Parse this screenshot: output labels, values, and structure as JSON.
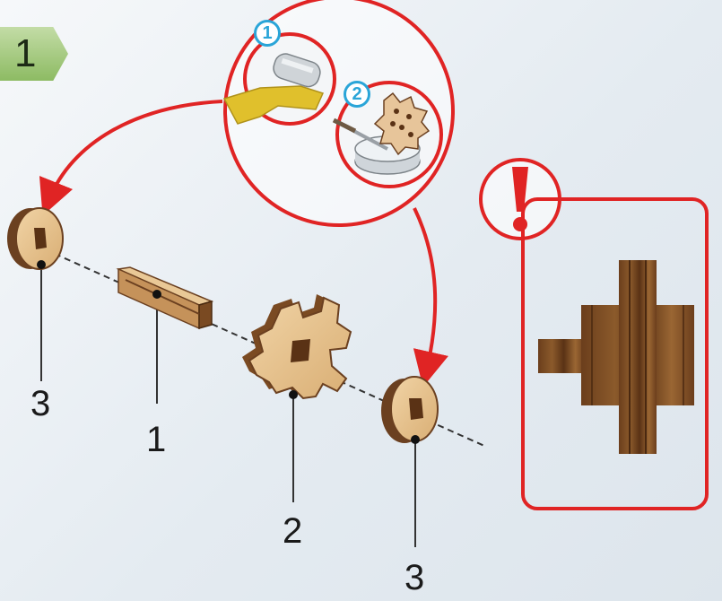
{
  "step": {
    "number": "1"
  },
  "parts": [
    {
      "label": "3"
    },
    {
      "label": "1"
    },
    {
      "label": "2"
    },
    {
      "label": "3"
    }
  ],
  "detail_badges": [
    {
      "label": "1"
    },
    {
      "label": "2"
    }
  ],
  "colors": {
    "callout_red": "#e02424",
    "badge_blue": "#2aa5d8",
    "step_green": "#8dbb63",
    "wood_light": "#e8c696",
    "wood_dark": "#6b4020",
    "glue_yellow": "#e0c02c"
  },
  "icons": [
    "warning-exclamation-icon",
    "glue-tube-icon",
    "glue-pot-icon",
    "brush-icon"
  ]
}
